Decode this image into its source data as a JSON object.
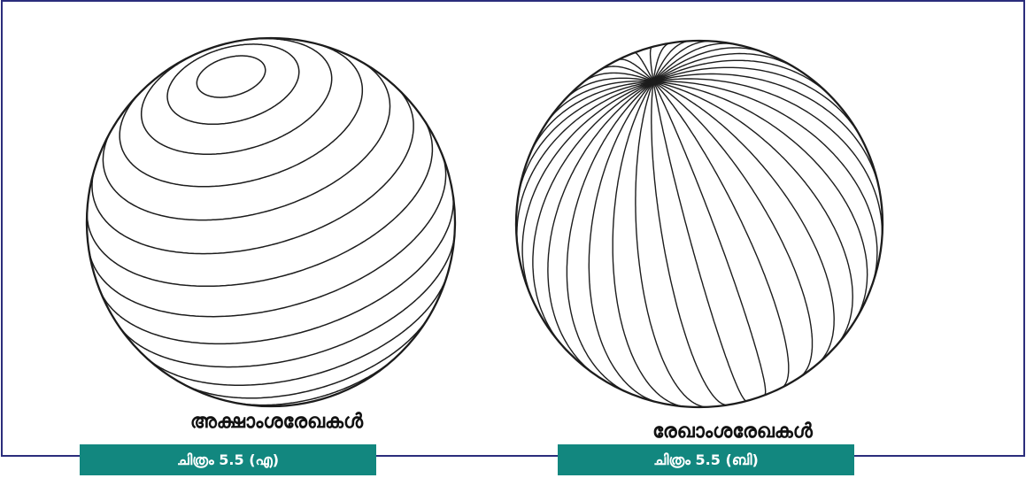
{
  "figures": [
    {
      "caption": "അക്ഷാംശരേഖകൾ",
      "label": "ചിത്രം 5.5 (എ)"
    },
    {
      "caption": "രേഖാംശരേഖകൾ",
      "label": "ചിത്രം 5.5 (ബി)"
    }
  ],
  "colors": {
    "frame": "#2b2d7c",
    "label_bg": "#12877f",
    "line": "#1c1c1c"
  }
}
